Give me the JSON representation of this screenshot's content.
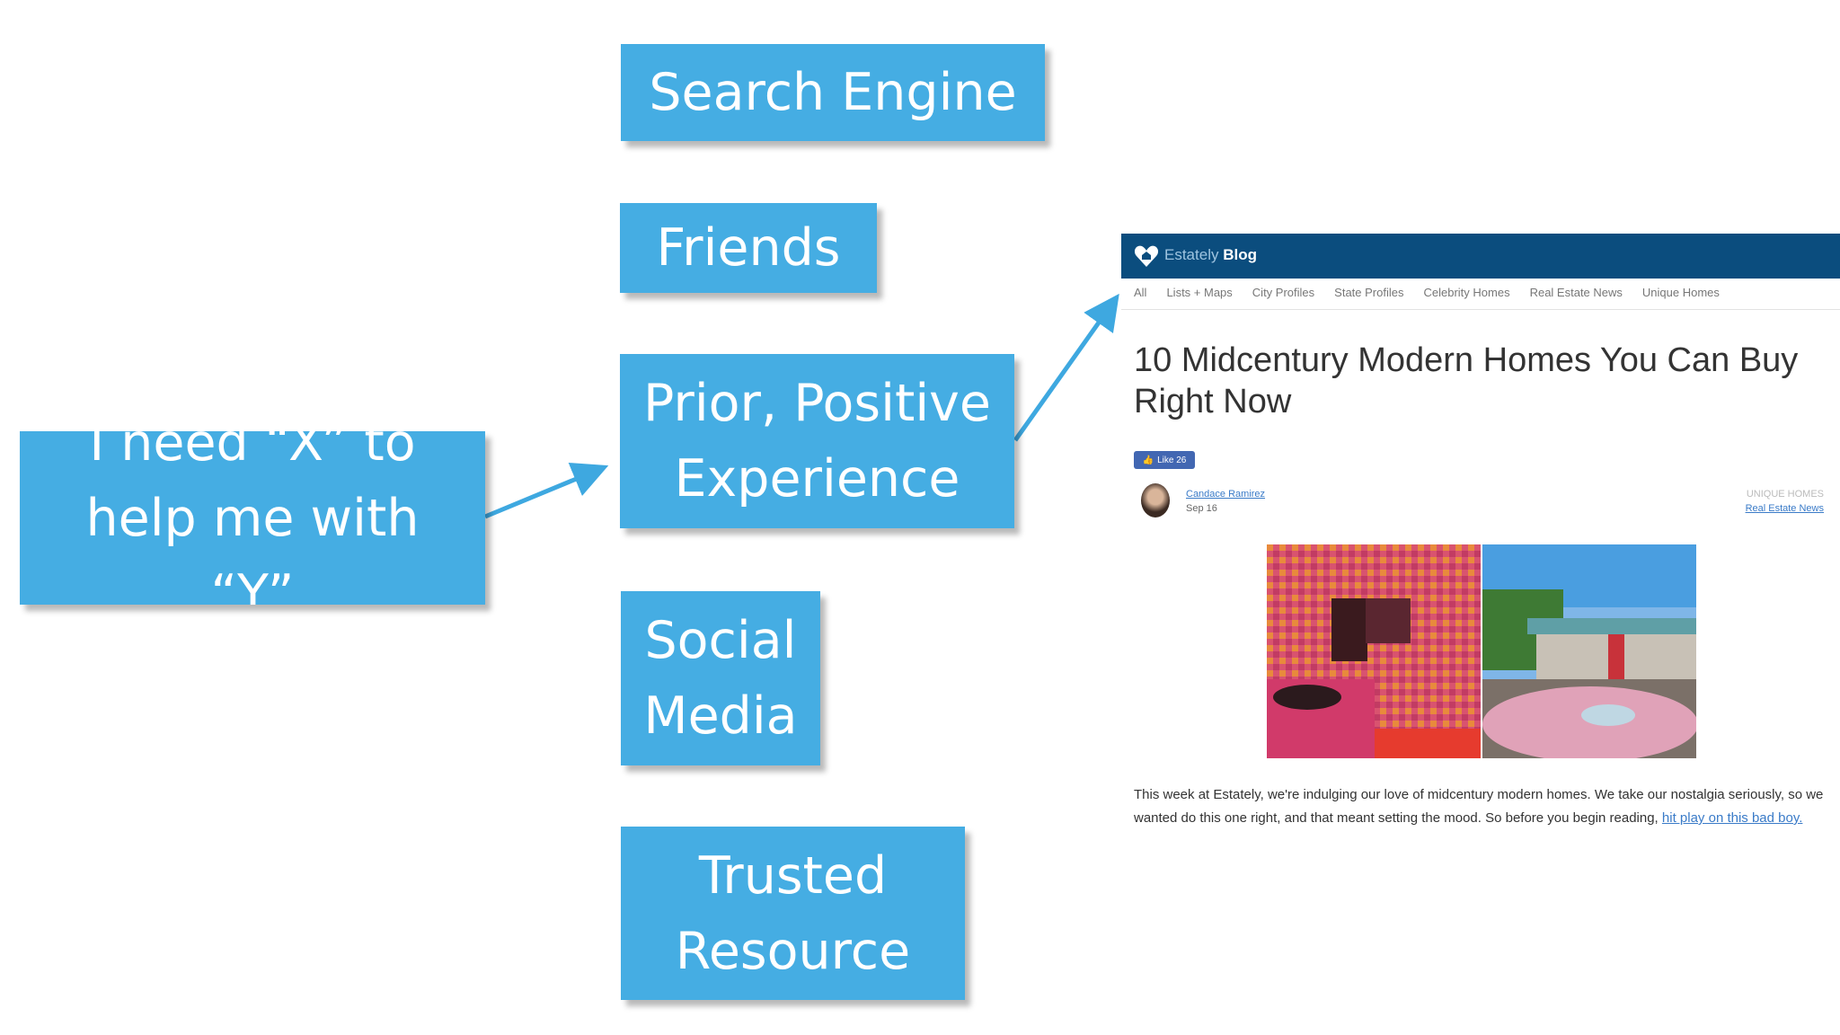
{
  "diagram": {
    "source_box": "I need “X” to\nhelp me with\n“Y”",
    "options": [
      "Search Engine",
      "Friends",
      "Prior, Positive\nExperience",
      "Social\nMedia",
      "Trusted\nResource"
    ]
  },
  "blog": {
    "brand_light": "Estately",
    "brand_bold": "Blog",
    "nav": [
      "All",
      "Lists + Maps",
      "City Profiles",
      "State Profiles",
      "Celebrity Homes",
      "Real Estate News",
      "Unique Homes"
    ],
    "title": "10 Midcentury Modern Homes You Can Buy Right Now",
    "like_label": "Like 26",
    "author": "Candace Ramirez",
    "date": "Sep 16",
    "category_1": "UNIQUE HOMES",
    "category_2": "Real Estate News",
    "body_text": "This week at Estately, we're indulging our love of midcentury modern homes. We take our nostalgia seriously, so we wanted do this one right, and that meant setting the mood. So before you begin reading, ",
    "body_link": "hit play on this bad boy."
  },
  "colors": {
    "box_fill": "#45ade3",
    "box_text": "#ffffff",
    "arrow": "#3ea8e0",
    "blog_header": "#0b4d7e"
  }
}
